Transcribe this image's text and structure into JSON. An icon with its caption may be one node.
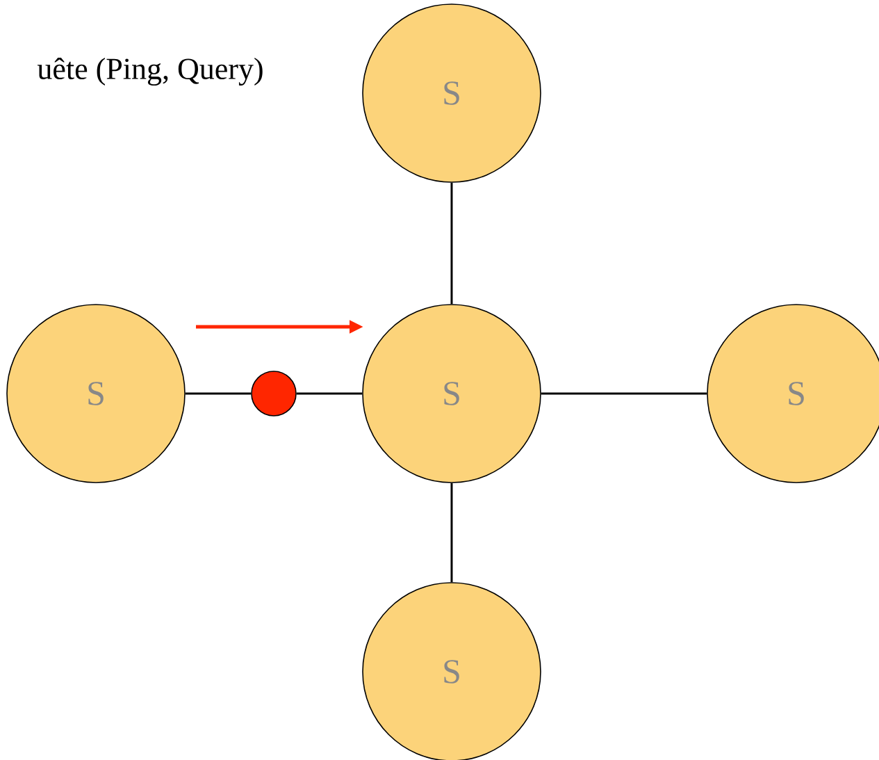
{
  "diagram": {
    "nodes": [
      {
        "text": [
          "S"
        ]
      },
      {
        "text": [
          "S"
        ]
      },
      {
        "text": [
          "S"
        ]
      },
      {
        "text": [
          "S"
        ]
      },
      {
        "text": [
          "S"
        ]
      },
      {
        "text": [],
        "shape": "circle"
      }
    ],
    "edges": [
      {
        "from": 0,
        "to": 2,
        "arrow": "none"
      },
      {
        "from": 1,
        "to": 5,
        "arrow": "none"
      },
      {
        "from": 5,
        "to": 2,
        "arrow": "none"
      },
      {
        "from": 2,
        "to": 3,
        "arrow": "none"
      },
      {
        "from": 2,
        "to": 4,
        "arrow": "none"
      }
    ],
    "labels": [
      "uête (Ping, Query)"
    ]
  }
}
